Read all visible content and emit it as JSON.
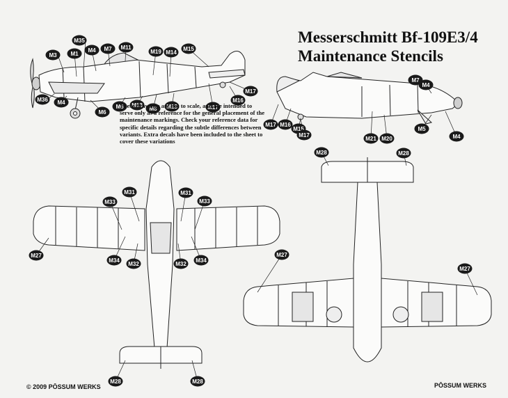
{
  "title": {
    "line1": "Messerschmitt Bf-109E3/4",
    "line2": "Maintenance Stencils"
  },
  "note": "These drawings are not to scale, and are intended to serve only as a reference for the general placement of the maintenance markings. Check your reference data for specific details regarding the subtle differences between variants. Extra decals have been included to the sheet to cover these variations",
  "copyright": "© 2009 PŌSSUM WERKS",
  "logo_text": "PŌSSUM WERKS",
  "colors": {
    "line": "#222222",
    "paper": "#f3f3f1",
    "callout": "#1a1a1a"
  },
  "callouts": [
    {
      "label": "M35",
      "view": "port-side"
    },
    {
      "label": "M3",
      "view": "port-side"
    },
    {
      "label": "M1",
      "view": "port-side"
    },
    {
      "label": "M4",
      "view": "port-side"
    },
    {
      "label": "M7",
      "view": "port-side"
    },
    {
      "label": "M11",
      "view": "port-side"
    },
    {
      "label": "M19",
      "view": "port-side"
    },
    {
      "label": "M14",
      "view": "port-side"
    },
    {
      "label": "M15",
      "view": "port-side"
    },
    {
      "label": "M36",
      "view": "port-side"
    },
    {
      "label": "M4",
      "view": "port-side"
    },
    {
      "label": "M6",
      "view": "port-side"
    },
    {
      "label": "M6",
      "view": "port-side"
    },
    {
      "label": "M13",
      "view": "port-side"
    },
    {
      "label": "M8",
      "view": "port-side"
    },
    {
      "label": "M13",
      "view": "port-side"
    },
    {
      "label": "M17",
      "view": "port-side"
    },
    {
      "label": "M16",
      "view": "port-side"
    },
    {
      "label": "M17",
      "view": "port-side"
    },
    {
      "label": "M7",
      "view": "starboard-side"
    },
    {
      "label": "M4",
      "view": "starboard-side"
    },
    {
      "label": "M17",
      "view": "starboard-side"
    },
    {
      "label": "M16",
      "view": "starboard-side"
    },
    {
      "label": "M15",
      "view": "starboard-side"
    },
    {
      "label": "M17",
      "view": "starboard-side"
    },
    {
      "label": "M21",
      "view": "starboard-side"
    },
    {
      "label": "M20",
      "view": "starboard-side"
    },
    {
      "label": "M5",
      "view": "starboard-side"
    },
    {
      "label": "M4",
      "view": "starboard-side"
    },
    {
      "label": "M31",
      "view": "top"
    },
    {
      "label": "M31",
      "view": "top"
    },
    {
      "label": "M33",
      "view": "top"
    },
    {
      "label": "M33",
      "view": "top"
    },
    {
      "label": "M27",
      "view": "top"
    },
    {
      "label": "M34",
      "view": "top"
    },
    {
      "label": "M32",
      "view": "top"
    },
    {
      "label": "M32",
      "view": "top"
    },
    {
      "label": "M34",
      "view": "top"
    },
    {
      "label": "M28",
      "view": "top"
    },
    {
      "label": "M28",
      "view": "top"
    },
    {
      "label": "M28",
      "view": "bottom"
    },
    {
      "label": "M28",
      "view": "bottom"
    },
    {
      "label": "M27",
      "view": "bottom"
    },
    {
      "label": "M27",
      "view": "bottom"
    }
  ]
}
